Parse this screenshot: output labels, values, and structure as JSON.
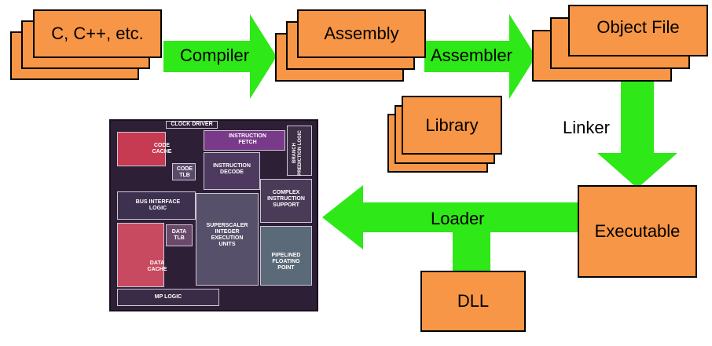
{
  "colors": {
    "box_fill": "#f79646",
    "arrow_fill": "#2ee817",
    "outline": "#000000",
    "chip_background": "#2d1f35"
  },
  "nodes": {
    "source": "C, C++, etc.",
    "assembly": "Assembly",
    "object_file": "Object File",
    "library": "Library",
    "executable": "Executable",
    "dll": "DLL"
  },
  "arrows": {
    "compiler": "Compiler",
    "assembler": "Assembler",
    "linker": "Linker",
    "loader": "Loader"
  },
  "chip": {
    "clock_driver": "CLOCK DRIVER",
    "code_cache": "CODE\nCACHE",
    "code_tlb": "CODE\nTLB",
    "instruction_fetch": "INSTRUCTION\nFETCH",
    "branch_prediction": "BRANCH PREDICTION LOGIC",
    "instruction_decode": "INSTRUCTION\nDECODE",
    "bus_interface": "BUS INTERFACE\nLOGIC",
    "complex_instruction": "COMPLEX\nINSTRUCTION\nSUPPORT",
    "data_tlb": "DATA\nTLB",
    "superscaler": "SUPERSCALER\nINTEGER\nEXECUTION\nUNITS",
    "data_cache": "DATA\nCACHE",
    "pipelined_fp": "PIPELINED\nFLOATING\nPOINT",
    "mp_logic": "MP LOGIC"
  }
}
